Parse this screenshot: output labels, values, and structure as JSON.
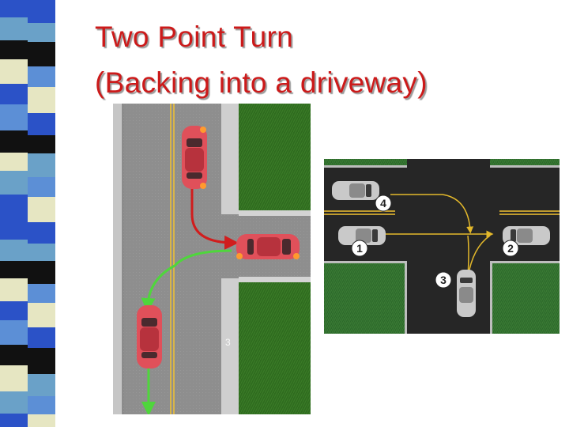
{
  "title": {
    "line1": "Two Point Turn",
    "line2": "(Backing into a driveway)"
  },
  "left_diagram": {
    "curb_number": "3"
  },
  "right_diagram": {
    "position_labels": [
      "1",
      "2",
      "3",
      "4"
    ]
  },
  "colors": {
    "title": "#cc1a1a",
    "road": "#8e8e8e",
    "lawn": "#2f6b1f",
    "car_red": "#e0505a",
    "path_red": "#d11d1d",
    "path_green": "#4fd63c",
    "path_yellow": "#e3b82b",
    "lane_line": "#f2c230"
  }
}
